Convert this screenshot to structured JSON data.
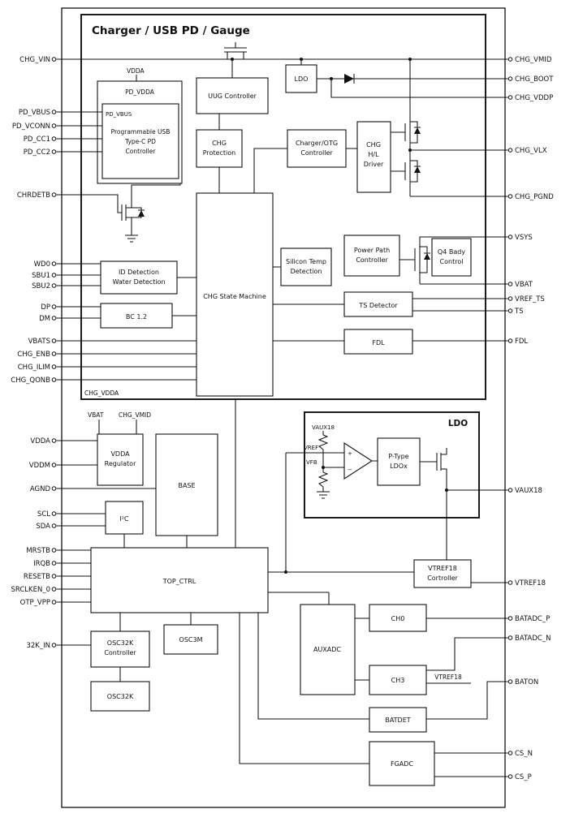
{
  "chip": {
    "title": "Charger / USB PD / Gauge",
    "pins": {
      "left": [
        "CHG_VIN",
        "PD_VBUS",
        "PD_VCONN",
        "PD_CC1",
        "PD_CC2",
        "CHRDETB",
        "WD0",
        "SBU1",
        "SBU2",
        "DP",
        "DM",
        "VBATS",
        "CHG_ENB",
        "CHG_ILIM",
        "CHG_QONB",
        "VDDA",
        "VDDM",
        "AGND",
        "SCL",
        "SDA",
        "MRSTB",
        "IRQB",
        "RESETB",
        "SRCLKEN_0",
        "OTP_VPP",
        "32K_IN"
      ],
      "right": [
        "CHG_VMID",
        "CHG_BOOT",
        "CHG_VDDP",
        "CHG_VLX",
        "CHG_PGND",
        "VSYS",
        "VBAT",
        "VREF_TS",
        "TS",
        "FDL",
        "VAUX18",
        "VTREF18",
        "BATADC_P",
        "BATADC_N",
        "BATON",
        "CS_N",
        "CS_P"
      ]
    },
    "blocks": {
      "pd_domain": "PD_VDDA",
      "pd_net": "PD_VBUS",
      "pd_controller": [
        "Programmable USB",
        "Type-C PD",
        "Controller"
      ],
      "uug": "UUG Controller",
      "ldo_top": "LDO",
      "chg_protection": [
        "CHG",
        "Protection"
      ],
      "charger_otg": [
        "Charger/OTG",
        "Controller"
      ],
      "chg_hl_driver": [
        "CHG",
        "H/L",
        "Driver"
      ],
      "chg_state_machine": "CHG State Machine",
      "silicon_temp": [
        "Silicon Temp",
        "Detection"
      ],
      "power_path": [
        "Power Path",
        "Controller"
      ],
      "q4_body": [
        "Q4 Bady",
        "Control"
      ],
      "ts_detector": "TS Detector",
      "fdl": "FDL",
      "id_water": [
        "ID Detection",
        "Water Detection"
      ],
      "bc12": "BC 1.2",
      "vdda_regulator": [
        "VDDA",
        "Regulator"
      ],
      "base": "BASE",
      "i2c": "I²C",
      "top_ctrl": "TOP_CTRL",
      "ldo_block": "LDO",
      "p_type_ldo": [
        "P-Type",
        "LDOx"
      ],
      "vtref18_ctrl": [
        "VTREF18",
        "Cortroller"
      ],
      "auxadc": "AUXADC",
      "ch0": "CH0",
      "ch3": "CH3",
      "batdet": "BATDET",
      "fgadc": "FGADC",
      "osc32k_ctrl": [
        "OSC32K",
        "Controller"
      ],
      "osc3m": "OSC3M",
      "osc32k": "OSC32K"
    },
    "labels": {
      "vdda_top": "VDDA",
      "chg_vdda": "CHG_VDDA",
      "vbat": "VBAT",
      "chg_vmid": "CHG_VMID",
      "vaux18": "VAUX18",
      "vref": "VREF",
      "vfb": "VFB",
      "vtref18_net": "VTREF18",
      "opamp_plus": "+",
      "opamp_minus": "−"
    }
  }
}
